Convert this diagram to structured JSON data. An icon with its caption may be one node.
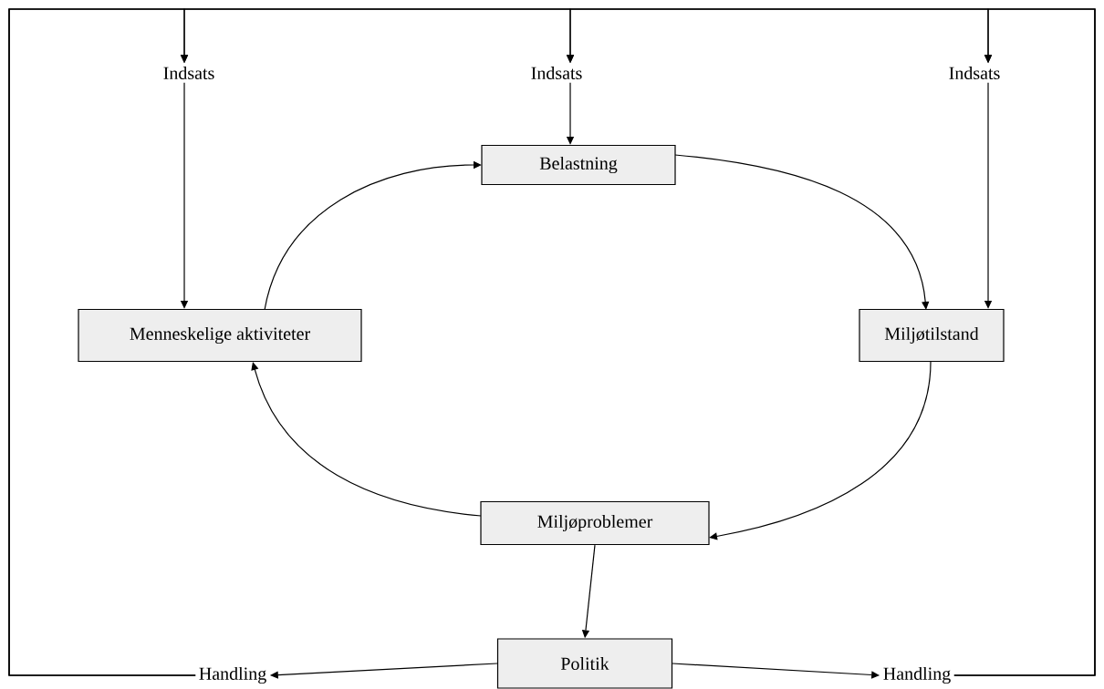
{
  "diagram": {
    "nodes": [
      {
        "text": [
          "Indsats"
        ]
      },
      {
        "text": [
          "Indsats"
        ]
      },
      {
        "text": [
          "Indsats"
        ]
      },
      {
        "text": [
          "Belastning"
        ]
      },
      {
        "text": [
          "Menneskelige aktiviteter"
        ]
      },
      {
        "text": [
          "Miljøtilstand"
        ]
      },
      {
        "text": [
          "Miljøproblemer"
        ]
      },
      {
        "text": [
          "Politik"
        ]
      },
      {
        "text": [
          "Handling"
        ]
      },
      {
        "text": [
          "Handling"
        ]
      }
    ],
    "edges": [
      {
        "from": 8,
        "to": 0,
        "arrow": "to"
      },
      {
        "from": 8,
        "to": 1,
        "arrow": "to"
      },
      {
        "from": 8,
        "to": 2,
        "arrow": "to"
      },
      {
        "from": 9,
        "to": 0,
        "arrow": "to"
      },
      {
        "from": 9,
        "to": 1,
        "arrow": "to"
      },
      {
        "from": 9,
        "to": 2,
        "arrow": "to"
      },
      {
        "from": 0,
        "to": 4,
        "arrow": "to"
      },
      {
        "from": 1,
        "to": 3,
        "arrow": "to"
      },
      {
        "from": 2,
        "to": 5,
        "arrow": "to"
      },
      {
        "from": 4,
        "to": 3,
        "arrow": "to"
      },
      {
        "from": 3,
        "to": 5,
        "arrow": "to"
      },
      {
        "from": 5,
        "to": 6,
        "arrow": "to"
      },
      {
        "from": 6,
        "to": 4,
        "arrow": "to"
      },
      {
        "from": 6,
        "to": 7,
        "arrow": "to"
      },
      {
        "from": 7,
        "to": 8,
        "arrow": "to"
      },
      {
        "from": 7,
        "to": 9,
        "arrow": "to"
      }
    ]
  }
}
